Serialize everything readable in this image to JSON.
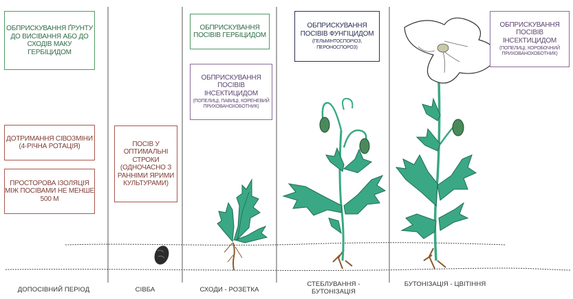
{
  "stages": [
    "ДОПОСІВНИЙ ПЕРІОД",
    "СІВБА",
    "СХОДИ - РОЗЕТКА",
    "СТЕБЛУВАННЯ - БУТОНІЗАЦІЯ",
    "БУТОНІЗАЦІЯ - ЦВІТІННЯ"
  ],
  "boxes": {
    "soil_herbicide": "ОБПРИСКУВАННЯ ҐРУНТУ ДО ВИСІВАННЯ АБО ДО СХОДІВ МАКУ ГЕРБІЦИДОМ",
    "crop_rotation": "ДОТРИМАННЯ СІВОЗМІНИ (4-РІЧНА РОТАЦІЯ)",
    "spatial_isolation": "ПРОСТОРОВА ІЗОЛЯЦІЯ МІЖ ПОСІВАМИ НЕ МЕНШЕ 500 М",
    "sowing_terms": "ПОСІВ У ОПТИМАЛЬНІ СТРОКИ (ОДНОЧАСНО З РАННІМИ ЯРИМИ КУЛЬТУРАМИ)",
    "crop_herbicide": "ОБПРИСКУВАННЯ ПОСІВІВ ГЕРБІЦИДОМ",
    "insecticide_1": {
      "title": "ОБПРИСКУВАННЯ ПОСІВІВ ІНСЕКТИЦИДОМ",
      "sub": "(ПОПЕЛИЦІ, ПАВИЦІ, КОРЕНЕВИЙ ПРИХОВАНОХОБОТНИК)"
    },
    "fungicide": {
      "title": "ОБПРИСКУВАННЯ ПОСІВІВ ФУНГІЦИДОМ",
      "sub": "(ГЕЛЬМІНТОСПОРІОЗ, ПЕРОНОСПОРОЗ)"
    },
    "insecticide_2": {
      "title": "ОБПРИСКУВАННЯ ПОСІВІВ ІНСЕКТИЦИДОМ",
      "sub": "(ПОПЕЛИЦІ, КОРОБОЧНИЙ ПРИХОВАНОХОБОТНИК)"
    }
  },
  "colors": {
    "green": "#4f9a62",
    "red": "#a8564c",
    "violet": "#8a6b9a",
    "navy": "#2a2f55",
    "leaf": "#3aa884",
    "leaf_dark": "#1f6e55",
    "root": "#8a5a2b",
    "seed": "#2b2b2b"
  }
}
